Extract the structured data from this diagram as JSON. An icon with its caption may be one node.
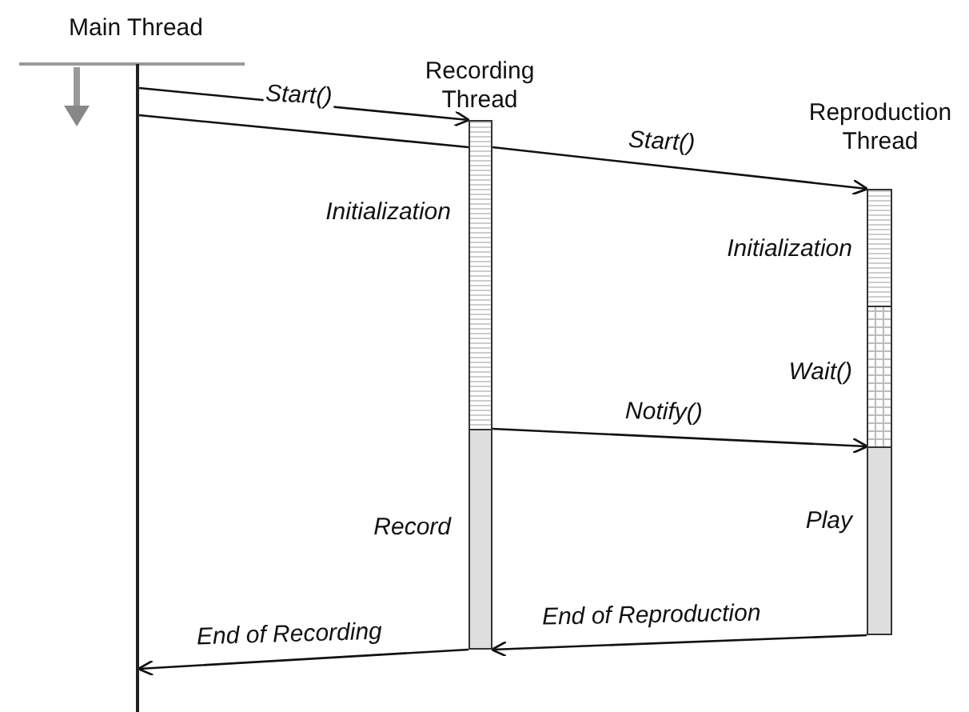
{
  "diagram": {
    "nodes": [
      {
        "text": [
          "Main Thread"
        ]
      },
      {
        "text": [
          "Recording Thread"
        ]
      },
      {
        "text": [],
        "shape": "bar",
        "in": 1,
        "beside": [
          "Initialization"
        ]
      },
      {
        "text": [],
        "shape": "bar",
        "in": 1,
        "beside": [
          "Record"
        ]
      },
      {
        "text": [
          "Reproduction Thread"
        ]
      },
      {
        "text": [],
        "shape": "bar",
        "in": 4,
        "beside": [
          "Initialization"
        ]
      },
      {
        "text": [],
        "shape": "bar",
        "in": 4,
        "beside": [
          "Wait()"
        ]
      },
      {
        "text": [],
        "shape": "bar",
        "in": 4,
        "beside": [
          "Play"
        ]
      }
    ],
    "edges": [
      {
        "from": 0,
        "to": 2,
        "label": "Start()",
        "arrow": "to"
      },
      {
        "from": 0,
        "to": 2,
        "arrow": "none"
      },
      {
        "from": 2,
        "to": 5,
        "label": "Start()",
        "arrow": "to"
      },
      {
        "from": 3,
        "to": 7,
        "label": "Notify()",
        "arrow": "to"
      },
      {
        "from": 7,
        "to": 3,
        "label": "End of Reproduction",
        "arrow": "to"
      },
      {
        "from": 3,
        "to": 0,
        "label": "End of Recording",
        "arrow": "to"
      }
    ]
  }
}
